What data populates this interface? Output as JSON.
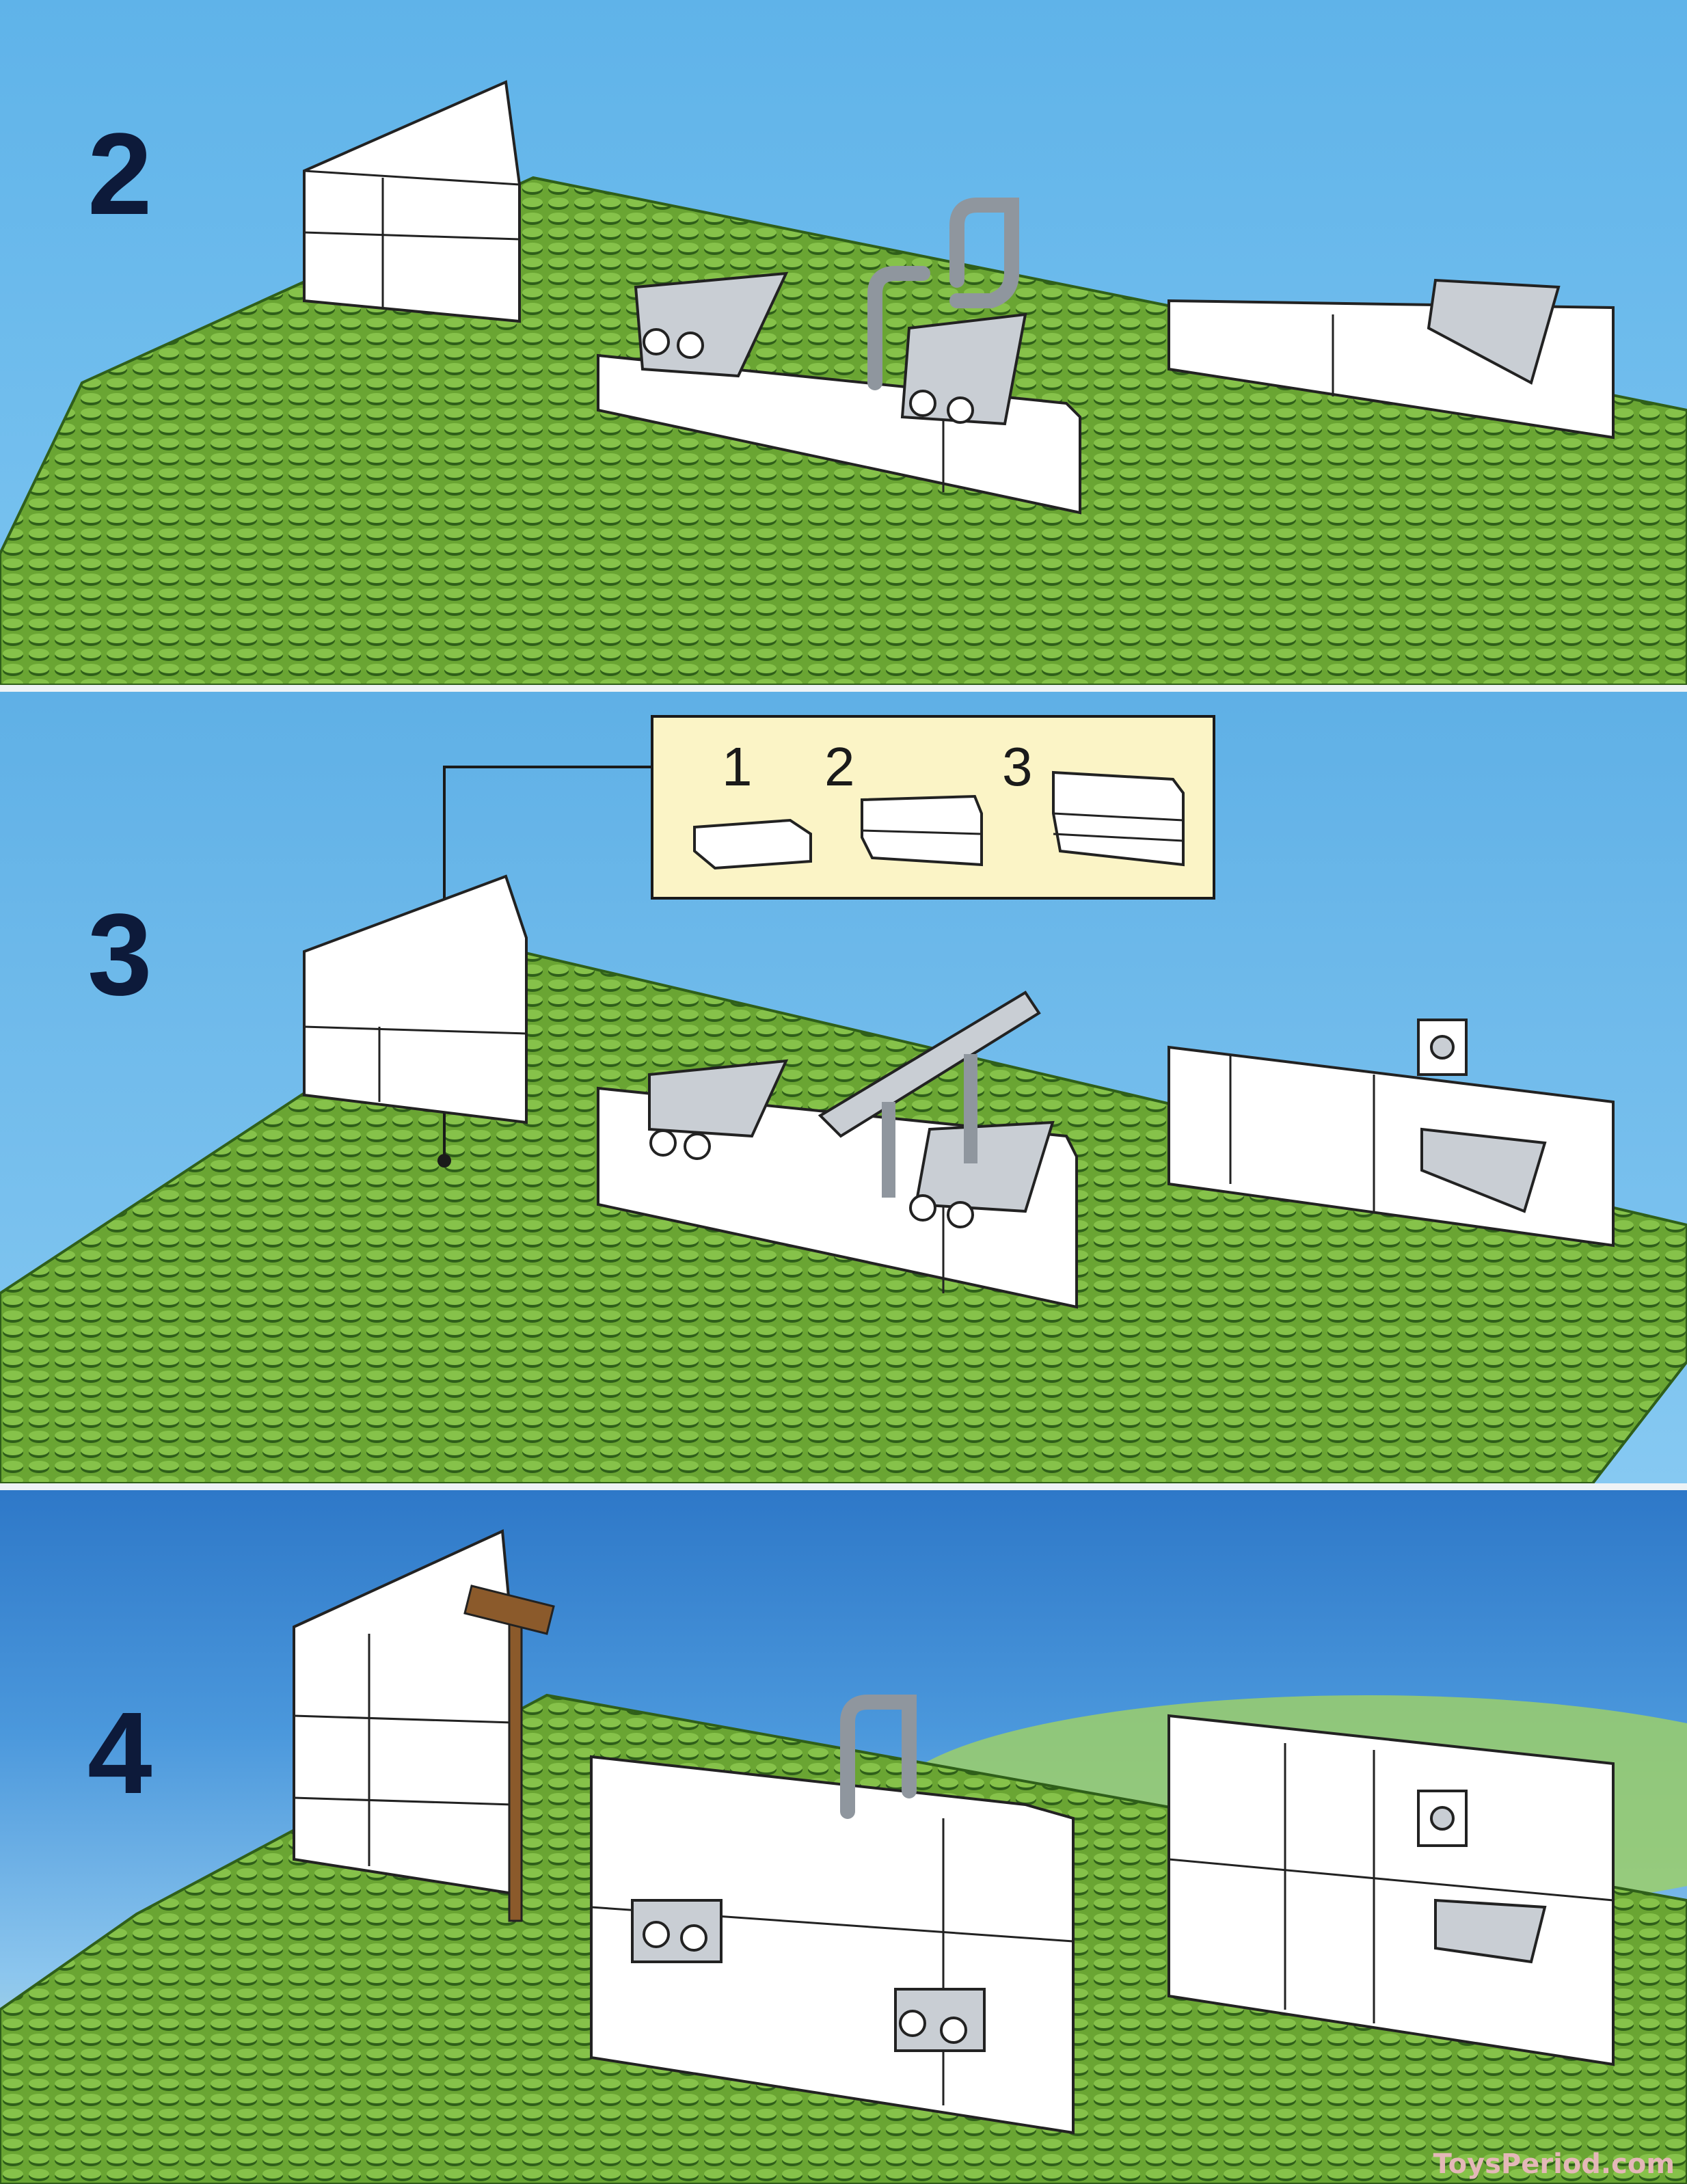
{
  "steps": [
    {
      "number": "2"
    },
    {
      "number": "3"
    },
    {
      "number": "4"
    }
  ],
  "inset": {
    "substeps": [
      "1",
      "2",
      "3"
    ]
  },
  "watermark": "ToysPeriod.com",
  "top_mark": "•",
  "colors": {
    "sky": "#6dbdee",
    "baseplate": "#6aa533",
    "baseplate_dark": "#2f5f1a",
    "brick": "#ffffff",
    "grey_part": "#c9ced4",
    "brush": "#8b5a2b",
    "inset_bg": "#fbf4c6"
  },
  "icons": [
    "brick-wall-icon",
    "sink-icon",
    "faucet-icon",
    "brush-icon",
    "baseplate-icon"
  ]
}
